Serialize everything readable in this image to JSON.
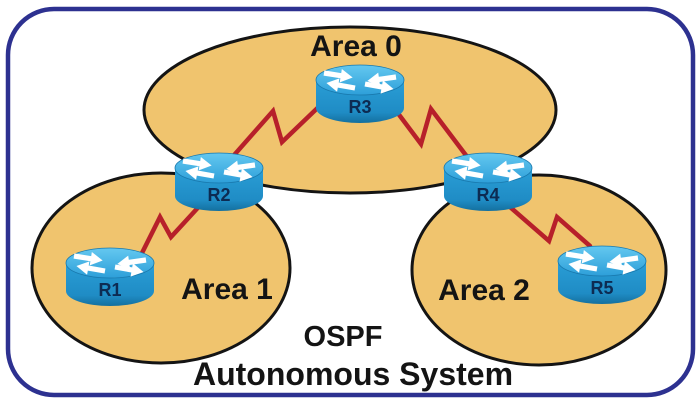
{
  "diagram": {
    "type": "ospf-network-topology",
    "title": {
      "line1": "OSPF",
      "line2": "Autonomous System"
    },
    "areas": [
      {
        "label": "Area 0"
      },
      {
        "label": "Area 1"
      },
      {
        "label": "Area 2"
      }
    ],
    "routers": [
      {
        "label": "R1",
        "area": "Area 1"
      },
      {
        "label": "R2",
        "area": "Area 0 / Area 1 border"
      },
      {
        "label": "R3",
        "area": "Area 0"
      },
      {
        "label": "R4",
        "area": "Area 0 / Area 2 border"
      },
      {
        "label": "R5",
        "area": "Area 2"
      }
    ],
    "links": [
      {
        "from": "R1",
        "to": "R2"
      },
      {
        "from": "R2",
        "to": "R3"
      },
      {
        "from": "R3",
        "to": "R4"
      },
      {
        "from": "R4",
        "to": "R5"
      }
    ],
    "colors": {
      "area_fill": "#f0c46e",
      "area_outline": "#141414",
      "link_red": "#b7202a",
      "border_indigo": "#2d3190",
      "router_blue_top": "#3fb4e8",
      "router_blue_side": "#1f8fcc",
      "router_label_navy": "#0d2b52"
    }
  }
}
